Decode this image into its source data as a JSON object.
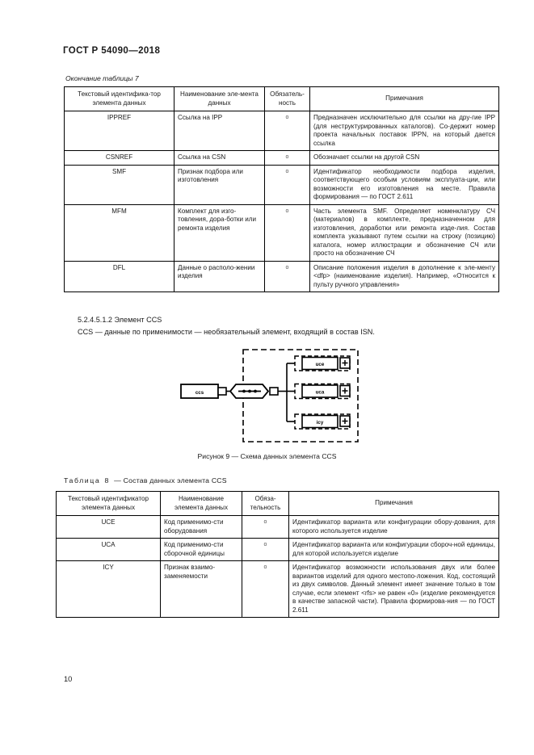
{
  "document": {
    "standard_title": "ГОСТ Р 54090—2018",
    "page_number": "10"
  },
  "table7": {
    "continuation_label": "Окончание таблицы 7",
    "headers": [
      "Текстовый идентифика-\nтор элемента данных",
      "Наименование эле-\nмента данных",
      "Обязатель-\nность",
      "Примечания"
    ],
    "header_id": "Текстовый идентифика-тор элемента данных",
    "header_name": "Наименование эле-мента данных",
    "header_obl": "Обязатель-ность",
    "header_note": "Примечания",
    "rows": [
      {
        "id": "IPPREF",
        "name": "Ссылка на IPP",
        "obligation": "о",
        "note": "Предназначен исключительно для ссылки на дру-гие IPP (для неструктурированных каталогов). Со-держит номер проекта начальных поставок IPPN, на который дается ссылка"
      },
      {
        "id": "CSNREF",
        "name": "Ссылка на CSN",
        "obligation": "о",
        "note": "Обозначает ссылки на другой CSN"
      },
      {
        "id": "SMF",
        "name": "Признак подбора или изготовления",
        "obligation": "о",
        "note": "Идентификатор необходимости подбора изделия, соответствующего особым условиям эксплуата-ции, или возможности его изготовления на месте. Правила формирования — по ГОСТ 2.611"
      },
      {
        "id": "MFM",
        "name": "Комплект для изго-товления, дора-ботки или ремонта изделия",
        "obligation": "о",
        "note": "Часть элемента SMF. Определяет номенклатуру СЧ (материалов) в комплекте, предназначенном для изготовления, доработки или ремонта изде-лия. Состав комплекта указывают путем ссылки на строку (позицию) каталога, номер иллюстрации и обозначение СЧ или просто на обозначение СЧ"
      },
      {
        "id": "DFL",
        "name": "Данные о располо-жении изделия",
        "obligation": "о",
        "note": "Описание положения изделия в дополнение к эле-менту <dfp> (наименование изделия). Например, «Относится к пульту ручного управления»"
      }
    ]
  },
  "clause": {
    "number_and_title": "5.2.4.5.1.2  Элемент CCS",
    "body": "CCS — данные по применимости — необязательный элемент, входящий в состав ISN."
  },
  "figure": {
    "caption": "Рисунок 9 — Схема данных элемента CCS",
    "root_label": "ccs",
    "children": [
      "uce",
      "uca",
      "icy"
    ]
  },
  "table8": {
    "caption_prefix": "Таблица",
    "caption_number": "8",
    "caption_text": "— Состав данных элемента CCS",
    "header_id": "Текстовый идентификатор элемента данных",
    "header_name": "Наименование элемента данных",
    "header_obl": "Обяза-тельность",
    "header_note": "Примечания",
    "rows": [
      {
        "id": "UCE",
        "name": "Код применимо-сти оборудования",
        "obligation": "о",
        "note": "Идентификатор варианта или конфигурации обору-дования, для которого используется изделие"
      },
      {
        "id": "UCA",
        "name": "Код применимо-сти сборочной единицы",
        "obligation": "о",
        "note": "Идентификатор варианта или конфигурации сбороч-ной единицы, для которой используется изделие"
      },
      {
        "id": "ICY",
        "name": "Признак взаимо-заменяемости",
        "obligation": "о",
        "note": "Идентификатор возможности использования двух или более вариантов изделий для одного местопо-ложения. Код, состоящий из двух символов. Данный элемент имеет значение только в том случае, если элемент <rfs> не равен «0» (изделие рекомендуется в качестве запасной части). Правила формирова-ния — по ГОСТ 2.611"
      }
    ]
  }
}
